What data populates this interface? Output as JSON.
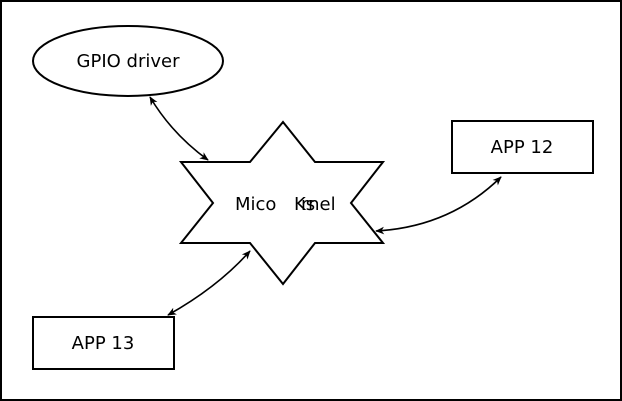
{
  "nodes": {
    "gpio_driver": {
      "label": "GPIO driver",
      "shape": "ellipse"
    },
    "app_12": {
      "label": "APP 12",
      "shape": "rectangle"
    },
    "app_13": {
      "label": "APP 13",
      "shape": "rectangle"
    },
    "micro_kernel": {
      "label_part1": "Mico",
      "label_part2": "Ks",
      "label_part3": "rnel",
      "shape": "six-point-star"
    }
  },
  "edges": [
    {
      "from": "gpio_driver",
      "to": "micro_kernel",
      "type": "bidirectional-arrow"
    },
    {
      "from": "app_12",
      "to": "micro_kernel",
      "type": "bidirectional-arrow"
    },
    {
      "from": "app_13",
      "to": "micro_kernel",
      "type": "bidirectional-arrow"
    }
  ],
  "colors": {
    "stroke": "#000000",
    "fill": "#ffffff",
    "background": "#ffffff"
  }
}
